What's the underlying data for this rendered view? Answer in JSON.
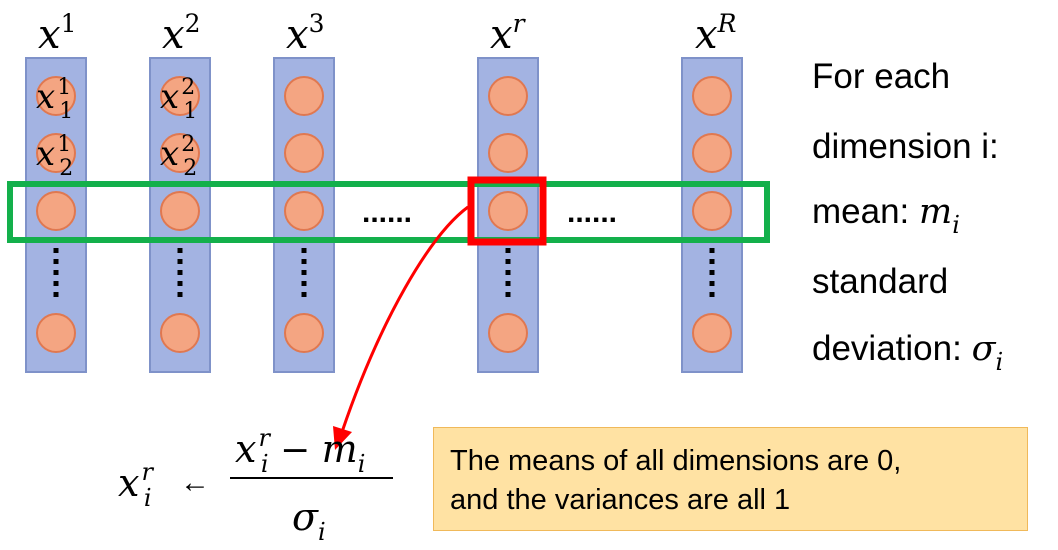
{
  "columns": [
    {
      "id": "x1",
      "base": "x",
      "sup": "1",
      "cells": [
        {
          "base": "x",
          "sub": "1",
          "sup": "1"
        },
        {
          "base": "x",
          "sub": "2",
          "sup": "1"
        }
      ]
    },
    {
      "id": "x2",
      "base": "x",
      "sup": "2",
      "cells": [
        {
          "base": "x",
          "sub": "1",
          "sup": "2"
        },
        {
          "base": "x",
          "sub": "2",
          "sup": "2"
        }
      ]
    },
    {
      "id": "x3",
      "base": "x",
      "sup": "3",
      "cells": []
    },
    {
      "id": "xr",
      "base": "x",
      "sup": "r",
      "cells": []
    },
    {
      "id": "xR",
      "base": "x",
      "sup": "R",
      "cells": []
    }
  ],
  "ellipsis": "......",
  "side_text": {
    "line1": "For each",
    "line2": "dimension i:",
    "mean_label": "mean: ",
    "mean_symbol": "m",
    "mean_sub": "i",
    "std_line1": "standard",
    "std_label": "deviation: ",
    "std_symbol": "σ",
    "std_sub": "i"
  },
  "formula": {
    "lhs_base": "x",
    "lhs_sub": "i",
    "lhs_sup": "r",
    "arrow": "←",
    "num_base": "x",
    "num_sub": "i",
    "num_sup": "r",
    "num_op": " − ",
    "num_m": "m",
    "num_m_sub": "i",
    "den_sigma": "σ",
    "den_sub": "i"
  },
  "note": {
    "line1": "The means of all dimensions are 0,",
    "line2": "and the variances are all 1"
  },
  "colors": {
    "column_fill": "#a3b3e2",
    "column_stroke": "#7f92c9",
    "circle_fill": "#f4a582",
    "circle_stroke": "#e07850",
    "row_highlight": "#13b04b",
    "cell_highlight": "#ff0000",
    "arrow": "#ff0000",
    "note_fill": "#ffe2a3"
  }
}
